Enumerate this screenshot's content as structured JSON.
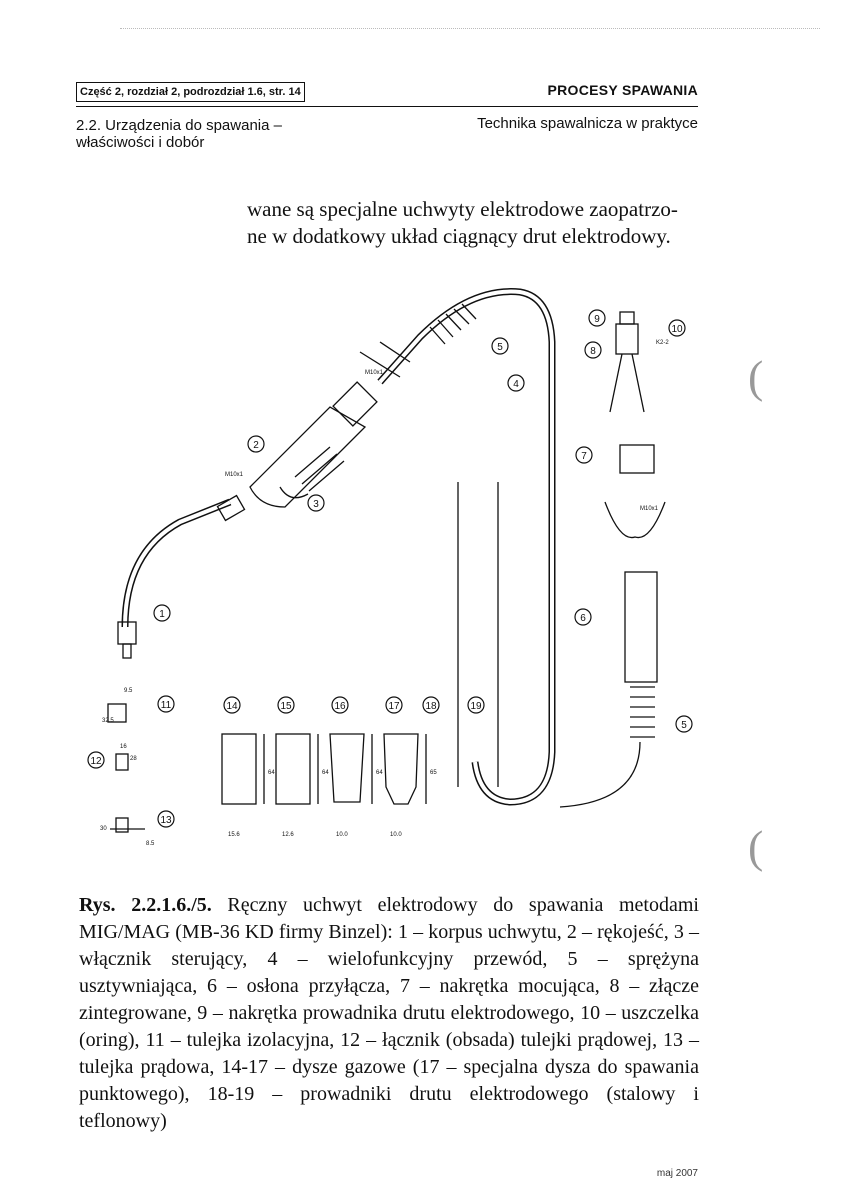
{
  "header": {
    "reference": "Część 2, rozdział 2, podrozdział 1.6, str. 14",
    "title": "PROCESY SPAWANIA"
  },
  "subheader": {
    "left_line1": "2.2. Urządzenia do spawania –",
    "left_line2": "właściwości i dobór",
    "right": "Technika spawalnicza w praktyce"
  },
  "intro": {
    "line1": "wane są specjalne uchwyty elektrodowe zaopatrzo-",
    "line2": "ne w dodatkowy układ ciągnący drut elektrodowy."
  },
  "figure": {
    "callouts": [
      "1",
      "2",
      "3",
      "4",
      "5",
      "5",
      "6",
      "7",
      "8",
      "9",
      "10",
      "11",
      "12",
      "13",
      "14",
      "15",
      "16",
      "17",
      "18",
      "19"
    ],
    "small_labels": {
      "m1": "M10x1",
      "m2": "M10x1",
      "m3": "M10x1",
      "k22": "K2-2"
    },
    "dims": {
      "d11_h": "32.5",
      "d11_w": "9.5",
      "d12_a": "28",
      "d12_b": "16",
      "d13_a": "30",
      "d13_b": "8.5",
      "d14_h": "64",
      "d14_w": "15.6",
      "d15_h": "64",
      "d15_w": "12.6",
      "d16_h": "64",
      "d16_w": "10.0",
      "d17_h": "65",
      "d17_w": "10.0"
    }
  },
  "caption": {
    "label": "Rys. 2.2.1.6./5.",
    "text": "Ręczny uchwyt elektrodowy do spawania metodami MIG/MAG (MB-36 KD firmy Binzel): 1 – korpus uchwytu, 2 – rękojeść, 3 – włącznik sterujący, 4 – wielofunkcyjny przewód, 5 – sprężyna usztywniająca, 6 – osłona przyłącza, 7 – nakrętka mocująca, 8 – złącze zintegrowane, 9 – nakrętka prowadnika drutu elektrodowego, 10 – uszczelka (oring), 11 – tulejka izolacyjna, 12 – łącznik (obsada) tulejki prądowej, 13 – tulejka prądowa, 14-17 – dysze gazowe (17 – specjalna dysza do spawania punktowego), 18-19 – prowadniki drutu elektrodowego (stalowy i teflonowy)"
  },
  "footer": {
    "date": "maj 2007"
  }
}
